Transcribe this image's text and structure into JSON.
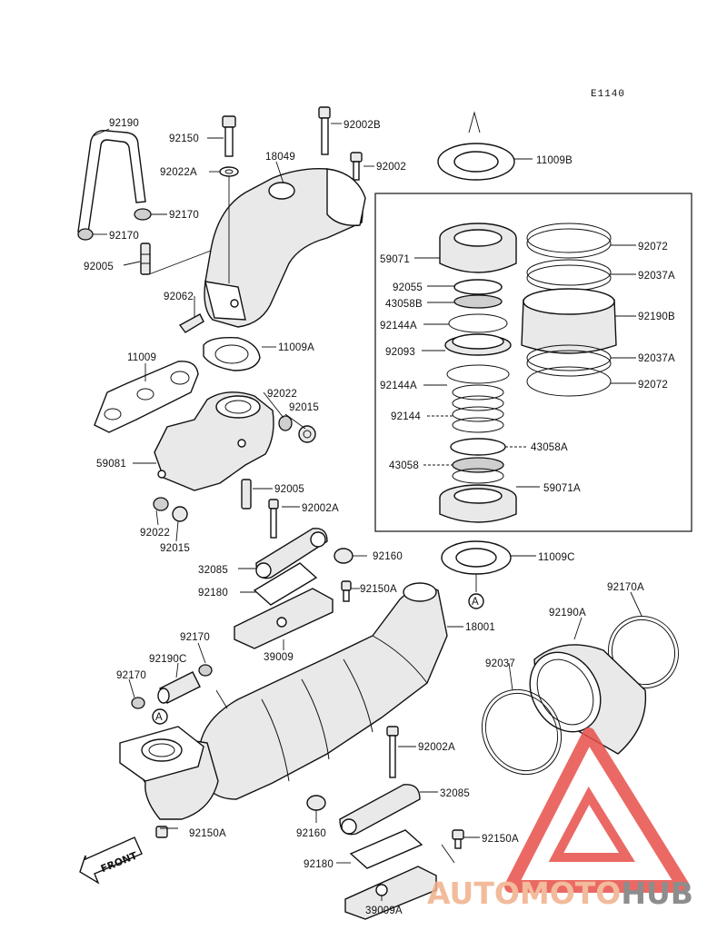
{
  "diagram": {
    "code": "E1140",
    "callout_marker": "A",
    "front_label": "FRONT",
    "labels": {
      "p92190": "92190",
      "p92150": "92150",
      "p92022A": "92022A",
      "p18049": "18049",
      "p92002B": "92002B",
      "p92002": "92002",
      "p11009B": "11009B",
      "p92170_a": "92170",
      "p92170_b": "92170",
      "p92005_a": "92005",
      "p92062": "92062",
      "p59071": "59071",
      "p92055": "92055",
      "p43058B": "43058B",
      "p92144A_a": "92144A",
      "p92093": "92093",
      "p92144A_b": "92144A",
      "p92144": "92144",
      "p43058": "43058",
      "p92072_a": "92072",
      "p92037A_a": "92037A",
      "p92190B": "92190B",
      "p92037A_b": "92037A",
      "p92072_b": "92072",
      "p43058A": "43058A",
      "p59071A": "59071A",
      "p11009": "11009",
      "p11009A": "11009A",
      "p92022": "92022",
      "p92015_a": "92015",
      "p59081": "59081",
      "p92005_b": "92005",
      "p92022_b": "92022",
      "p92015_b": "92015",
      "p92002A_a": "92002A",
      "p92160_a": "92160",
      "p11009C": "11009C",
      "p32085_a": "32085",
      "p92150A_a": "92150A",
      "p92180_a": "92180",
      "p18001": "18001",
      "p39009": "39009",
      "p92170A": "92170A",
      "p92190A": "92190A",
      "p92170_c": "92170",
      "p92190C": "92190C",
      "p92170_d": "92170",
      "p92037": "92037",
      "p92002A_b": "92002A",
      "p32085_b": "32085",
      "p92150A_b": "92150A",
      "p92160_b": "92160",
      "p92150A_c": "92150A",
      "p92180_b": "92180",
      "p39009A": "39009A"
    }
  },
  "watermark": {
    "text_auto": "AUTO",
    "text_moto": "MOTO",
    "text_hub": "HUB",
    "accent_color": "#f0b08a",
    "triangle_color": "#e8504a",
    "hub_color": "#7a7a7a"
  }
}
